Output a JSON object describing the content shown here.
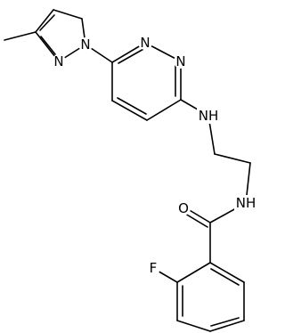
{
  "molecule": {
    "atom_labels": {
      "pyrazole_n1": "N",
      "pyrazole_n2": "N",
      "pyridazine_n1": "N",
      "pyridazine_n2": "N",
      "amine_nh": "NH",
      "amide_nh": "NH",
      "carbonyl_o": "O",
      "fluorine": "F"
    }
  },
  "colors": {
    "bond": "#000000",
    "label": "#000000",
    "background": "#ffffff"
  }
}
